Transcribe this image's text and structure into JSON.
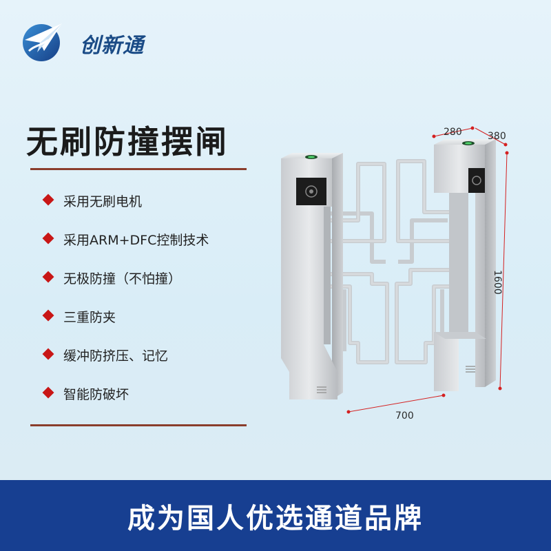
{
  "brand": {
    "name": "创新通"
  },
  "title": "无刷防撞摆闸",
  "features": [
    "采用无刷电机",
    "采用ARM+DFC控制技术",
    "无极防撞（不怕撞）",
    "三重防夹",
    "缓冲防挤压、记忆",
    "智能防破坏"
  ],
  "dimensions": {
    "depth": "280",
    "width_top": "380",
    "height": "1600",
    "passage": "700"
  },
  "slogan": "成为国人优选通道品牌",
  "colors": {
    "banner": "#173f91",
    "bullet": "#c81616",
    "rule": "#8a3d2c",
    "dimension_line": "#d42020"
  },
  "icons": {
    "logo": "paper-plane-logo-icon",
    "bullet": "diamond-bullet-icon",
    "reader": "card-reader-icon"
  }
}
